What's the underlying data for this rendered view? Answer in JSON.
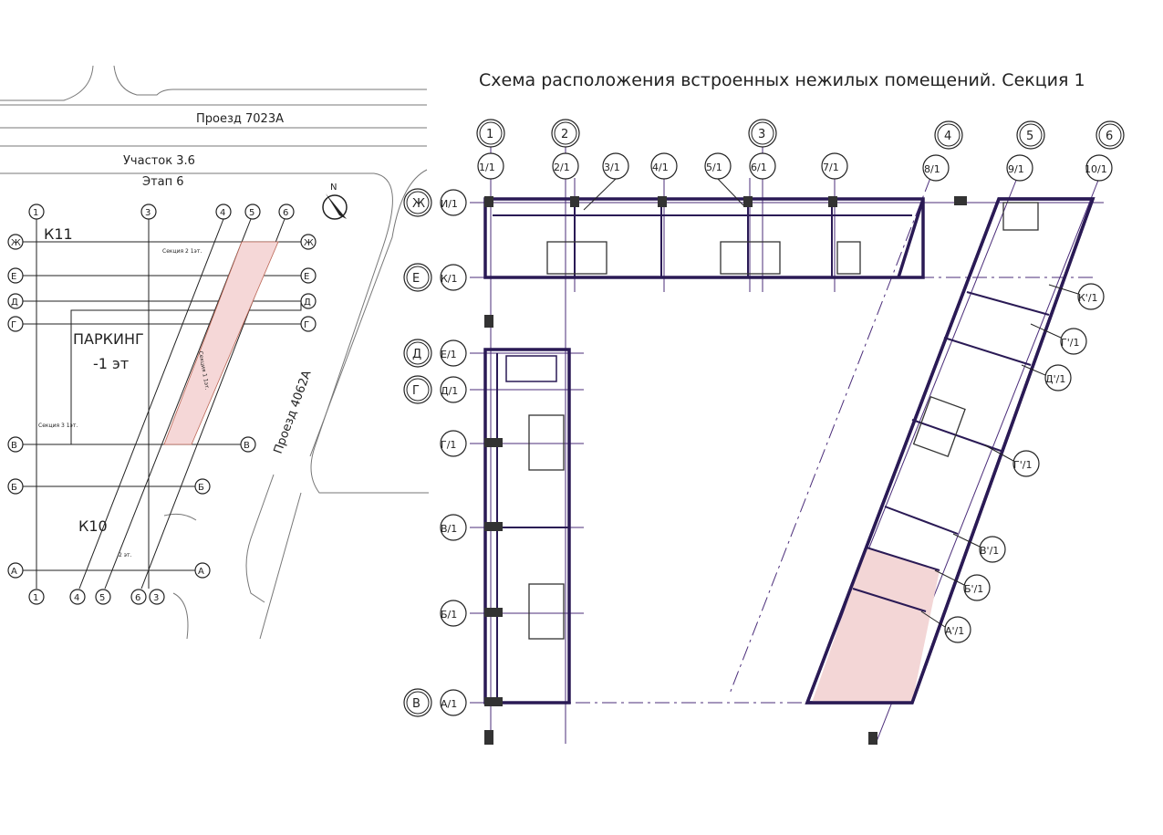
{
  "title": "Схема расположения встроенных нежилых помещений. Секция 1",
  "site_plan": {
    "road_top": "Проезд 7023А",
    "plot_label": "Участок 3.6",
    "stage_label": "Этап 6",
    "road_right": "Проезд 4062А",
    "north": "N",
    "block_top": "К11",
    "block_bottom": "К10",
    "parking_line1": "ПАРКИНГ",
    "parking_line2": "-1 эт",
    "section2": "Секция 2 1эт.",
    "section1": "Секция 1 1эт.",
    "section3": "Секция 3 1эт.",
    "small_label": "2 эт.",
    "col_axes_top": [
      "1",
      "3",
      "4",
      "5",
      "6"
    ],
    "col_axes_bottom": [
      "1",
      "4",
      "5",
      "6",
      "3"
    ],
    "row_axes": [
      "Ж",
      "Е",
      "Д",
      "Г",
      "В",
      "Б",
      "А"
    ]
  },
  "floor_plan": {
    "main_cols": [
      "1",
      "2",
      "3",
      "4",
      "5",
      "6"
    ],
    "sub_cols": [
      "1/1",
      "2/1",
      "3/1",
      "4/1",
      "5/1",
      "6/1",
      "7/1",
      "8/1",
      "9/1",
      "10/1"
    ],
    "left_rows": [
      {
        "main": "Ж",
        "sub": "И/1"
      },
      {
        "main": "Е",
        "sub": "К/1"
      },
      {
        "main": "Д",
        "sub": "Е/1"
      },
      {
        "main": "Г",
        "sub": "Д/1"
      },
      {
        "main": "",
        "sub": "Г/1"
      },
      {
        "main": "",
        "sub": "В/1"
      },
      {
        "main": "",
        "sub": "Б/1"
      },
      {
        "main": "В",
        "sub": "А/1"
      }
    ],
    "right_rows": [
      "К'/1",
      "Г'/1",
      "Д'/1",
      "Г'/1",
      "В'/1",
      "Б'/1",
      "А'/1"
    ]
  }
}
